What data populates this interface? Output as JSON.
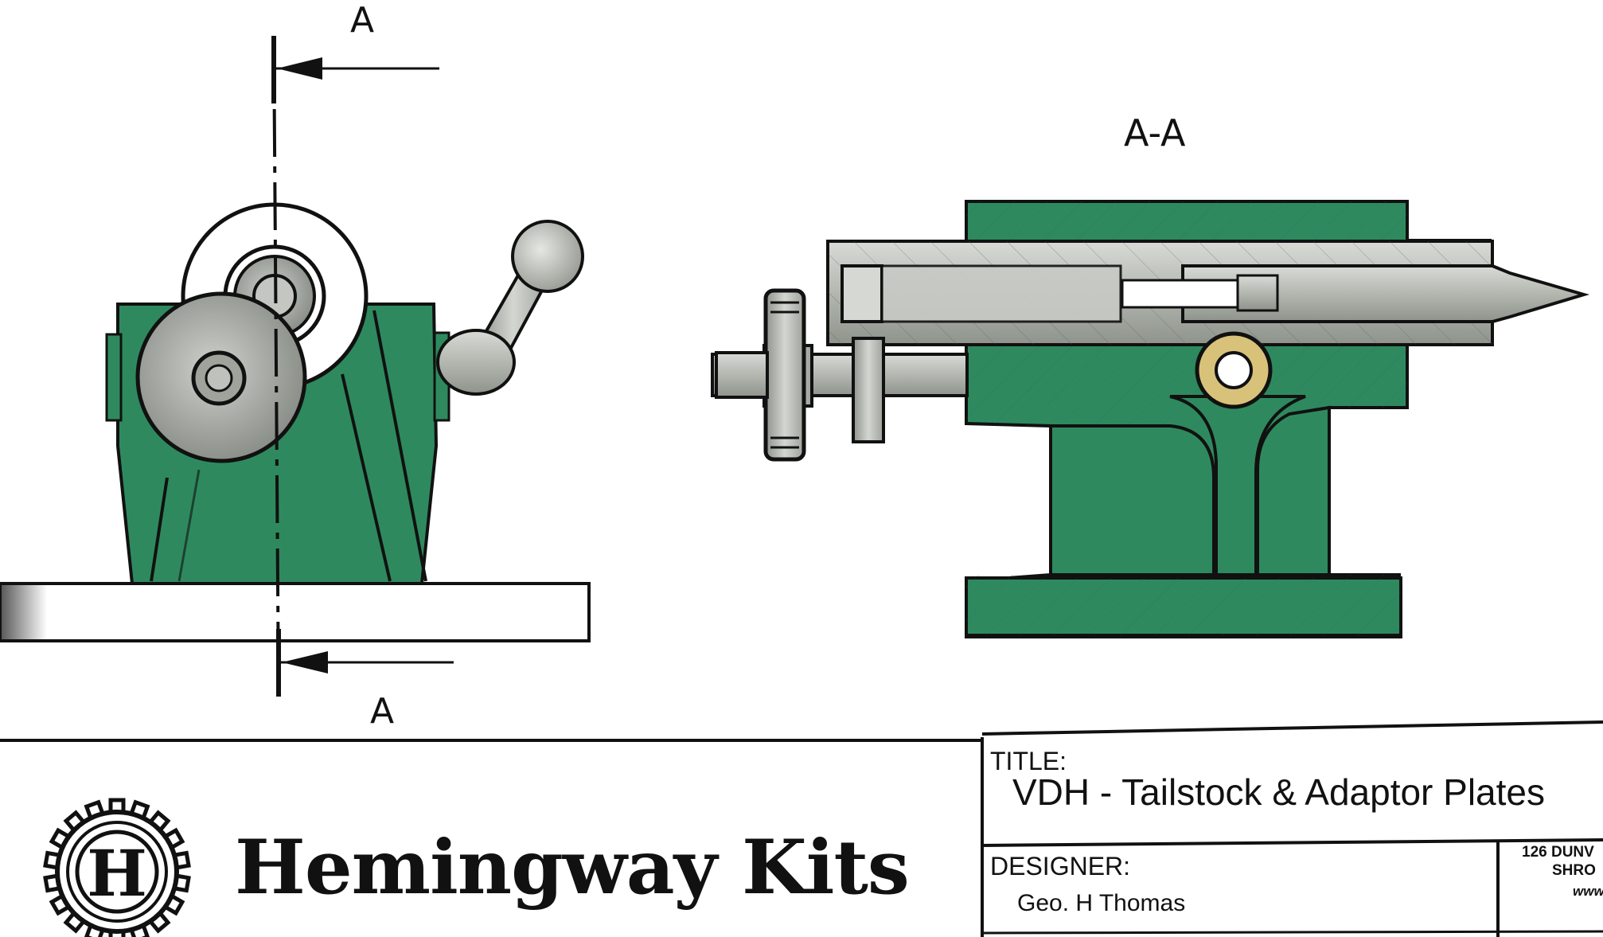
{
  "section_marks": {
    "top": "A",
    "bottom": "A",
    "section_title": "A-A"
  },
  "brand": {
    "logo_letter": "H",
    "name": "Hemingway Kits"
  },
  "title_block": {
    "title_label": "TITLE:",
    "title_value": "VDH - Tailstock & Adaptor Plates",
    "designer_label": "DESIGNER:",
    "designer_value": "Geo. H Thomas",
    "address_line_1": "126 DUNV",
    "address_line_2": "SHRO",
    "address_line_3": "www"
  },
  "colors": {
    "casting_green": "#2e8a5e",
    "steel_grey": "#b9bcb6",
    "bearing_brass": "#d8c27a",
    "outline": "#111111"
  }
}
